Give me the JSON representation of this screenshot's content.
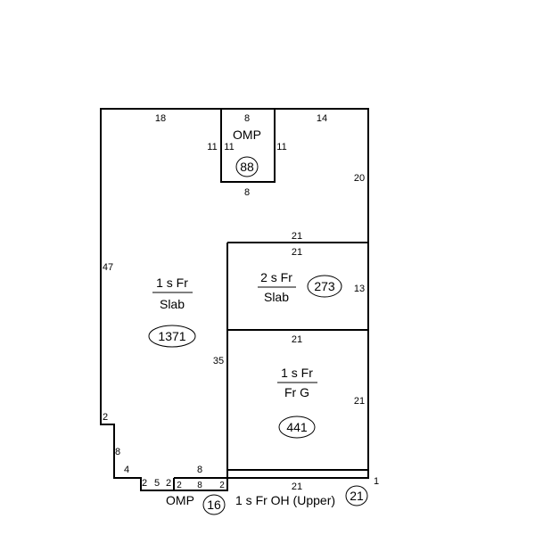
{
  "areas": {
    "main": {
      "construction": "1 s Fr",
      "foundation": "Slab",
      "sqft": "1371"
    },
    "two_story": {
      "construction": "2 s Fr",
      "foundation": "Slab",
      "sqft": "273"
    },
    "garage": {
      "construction": "1 s Fr",
      "foundation": "Fr G",
      "sqft": "441"
    },
    "porch_top": {
      "label": "OMP",
      "sqft": "88"
    },
    "porch_bottom": {
      "label": "OMP",
      "sqft": "16"
    },
    "overhang": {
      "label": "1 s Fr OH  (Upper)",
      "sqft": "21"
    }
  },
  "dimensions": {
    "top_left": "18",
    "porch_top_width": "8",
    "top_right": "14",
    "porch_left_a": "11",
    "porch_left_b": "11",
    "porch_right": "11",
    "porch_bottom_width": "8",
    "right_upper": "20",
    "two_story_top_outer": "21",
    "two_story_top_inner": "21",
    "left_side": "47",
    "two_story_right": "13",
    "garage_top": "21",
    "garage_left": "35",
    "garage_right": "21",
    "step_2": "2",
    "step_8": "8",
    "step_4": "4",
    "step_5": "5",
    "step_2b": "2",
    "omp_left": "2",
    "omp_width_inner": "8",
    "omp_right": "2",
    "omp_top": "8",
    "overhang_length": "21",
    "overhang_depth": "1"
  }
}
